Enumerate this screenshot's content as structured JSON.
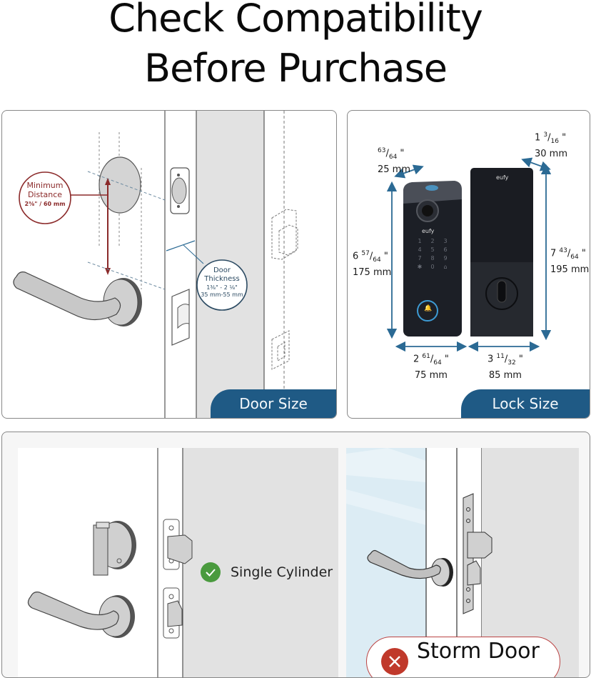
{
  "header": {
    "title_line1": "Check Compatibility",
    "title_line2": "Before Purchase"
  },
  "door_size_panel": {
    "label": "Door Size",
    "minimum_distance": {
      "title_line1": "Minimum",
      "title_line2": "Distance",
      "value": "2⅜\" / 60 mm"
    },
    "door_thickness": {
      "title_line1": "Door",
      "title_line2": "Thickness",
      "imperial": "1⅜\" - 2 ⅛\"",
      "metric": "35 mm-55 mm"
    }
  },
  "lock_size_panel": {
    "label": "Lock Size",
    "brand": "eufy",
    "dimensions": {
      "front_depth": {
        "whole": "",
        "num": "63",
        "den": "64",
        "mm": "25 mm"
      },
      "back_depth": {
        "whole": "1",
        "num": "3",
        "den": "16",
        "mm": "30 mm"
      },
      "front_height": {
        "whole": "6",
        "num": "57",
        "den": "64",
        "mm": "175 mm"
      },
      "back_height": {
        "whole": "7",
        "num": "43",
        "den": "64",
        "mm": "195 mm"
      },
      "front_width": {
        "whole": "2",
        "num": "61",
        "den": "64",
        "mm": "75 mm"
      },
      "back_width": {
        "whole": "3",
        "num": "11",
        "den": "32",
        "mm": "85 mm"
      }
    },
    "keypad": [
      "1",
      "2",
      "3",
      "4",
      "5",
      "6",
      "7",
      "8",
      "9",
      "✱",
      "0",
      "⌂"
    ]
  },
  "lock_type_panel": {
    "compatible": {
      "label": "Single Cylinder",
      "status": "compatible",
      "icon": "check-icon",
      "color": "#4a9a3e"
    },
    "incompatible": {
      "label": "Storm Door",
      "status": "incompatible",
      "icon": "x-icon",
      "color": "#c0392b"
    }
  },
  "colors": {
    "accent_blue": "#1f5a85",
    "distance_red": "#8b2a2a",
    "dimension_blue": "#2b6a94",
    "door_gray": "#e2e2e2"
  }
}
